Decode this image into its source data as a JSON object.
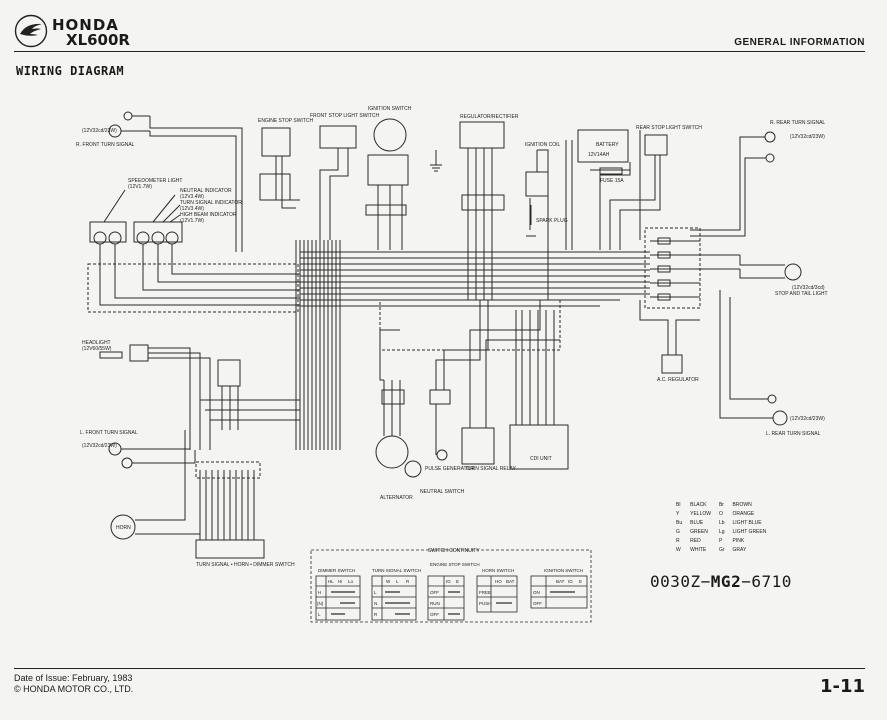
{
  "header": {
    "brand": "HONDA",
    "model": "XL600R",
    "section": "GENERAL INFORMATION",
    "page_title": "WIRING DIAGRAM"
  },
  "labels": {
    "front_turn_r_rating": "(12V32cd/23W)",
    "front_turn_r": "R. FRONT TURN SIGNAL",
    "engine_stop": "ENGINE STOP SWITCH",
    "front_stop_light": "FRONT STOP LIGHT SWITCH",
    "ignition_switch": "IGNITION SWITCH",
    "regulator": "REGULATOR/RECTIFIER",
    "ignition_coil": "IGNITION COIL",
    "battery": "BATTERY",
    "battery_rating": "12V14AH",
    "fuse": "FUSE 15A",
    "rear_stop_switch": "REAR STOP LIGHT SWITCH",
    "rear_turn_r": "R. REAR TURN SIGNAL",
    "rear_turn_r_rating": "(12V32cd/23W)",
    "speedometer_light": "SPEEDOMETER LIGHT",
    "speedometer_rating": "(12V1.7W)",
    "neutral_indicator": "NEUTRAL INDICATOR",
    "neutral_rating": "(12V3.4W)",
    "turn_indicator": "TURN SIGNAL INDICATOR",
    "turn_indicator_rating": "(12V3.4W)",
    "high_beam_indicator": "HIGH BEAM INDICATOR",
    "high_beam_rating": "(12V1.7W)",
    "spark_plug": "SPARK PLUG",
    "stop_tail": "STOP AND TAIL LIGHT",
    "stop_tail_rating": "(12V32cd/3cd)",
    "headlight": "HEADLIGHT",
    "headlight_rating": "(12V60/55W)",
    "front_turn_l": "L. FRONT TURN SIGNAL",
    "front_turn_l_rating": "(12V32cd/23W)",
    "ac_regulator": "A.C. REGULATOR",
    "rear_turn_l": "L. REAR TURN SIGNAL",
    "rear_turn_l_rating": "(12V32cd/23W)",
    "pulse_generator": "PULSE GENERATOR",
    "turn_relay": "TURN SIGNAL RELAY",
    "cdi_unit": "CDI UNIT",
    "alternator": "ALTERNATOR",
    "neutral_switch": "NEUTRAL SWITCH",
    "horn": "HORN",
    "handlebar_switch": "TURN SIGNAL • HORN • DIMMER SWITCH",
    "switch_continuity": "SWITCH CONTINUITY",
    "tbl_dimmer": "DIMMER SWITCH",
    "tbl_turn": "TURN SIGNAL SWITCH",
    "tbl_engine_stop": "ENGINE STOP SWITCH",
    "tbl_horn": "HORN SWITCH",
    "tbl_ignition": "IGNITION SWITCH"
  },
  "tables": {
    "dimmer": {
      "cols": [
        "HL",
        "Hi",
        "Lo"
      ],
      "rows": [
        "H",
        "(N)",
        "L"
      ]
    },
    "turn": {
      "cols": [
        "W",
        "L",
        "R"
      ],
      "rows": [
        "L",
        "N",
        "R"
      ]
    },
    "engine_stop": {
      "cols": [
        "IG",
        "E"
      ],
      "rows": [
        "OFF",
        "RUN",
        "OFF"
      ]
    },
    "horn": {
      "cols": [
        "HO",
        "BAT"
      ],
      "rows": [
        "FREE",
        "PUSH"
      ]
    },
    "ignition": {
      "cols": [
        "BAT",
        "IG",
        "E"
      ],
      "rows": [
        "ON",
        "OFF"
      ]
    }
  },
  "legend": [
    [
      "Bl",
      "BLACK",
      "Br",
      "BROWN"
    ],
    [
      "Y",
      "YELLOW",
      "O",
      "ORANGE"
    ],
    [
      "Bu",
      "BLUE",
      "Lb",
      "LIGHT BLUE"
    ],
    [
      "G",
      "GREEN",
      "Lg",
      "LIGHT GREEN"
    ],
    [
      "R",
      "RED",
      "P",
      "PINK"
    ],
    [
      "W",
      "WHITE",
      "Gr",
      "GRAY"
    ]
  ],
  "part_number": {
    "prefix": "0030Z−",
    "mid": "MG2",
    "suffix": "−6710"
  },
  "footer": {
    "issue": "Date of Issue: February, 1983",
    "copyright": "© HONDA MOTOR CO., LTD.",
    "page": "1-11"
  }
}
